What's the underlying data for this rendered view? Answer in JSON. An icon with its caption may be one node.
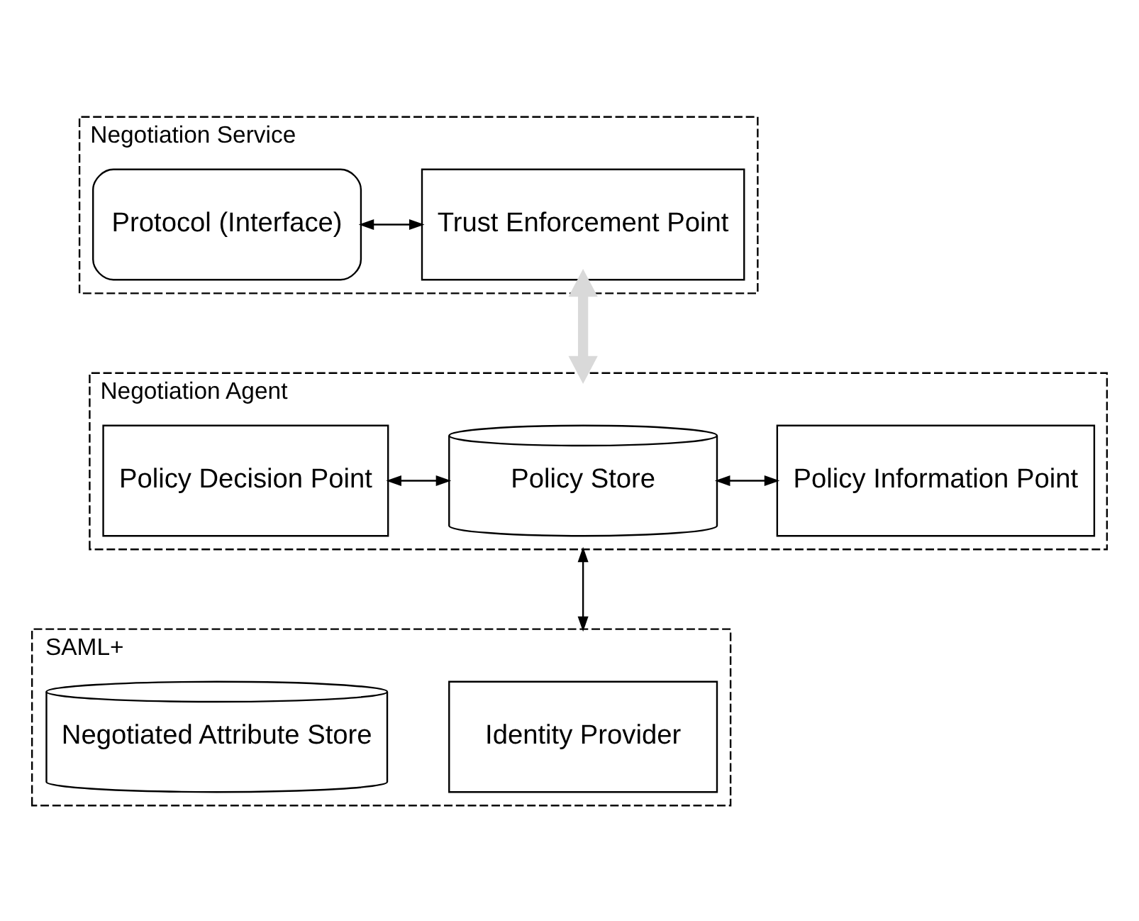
{
  "diagram": {
    "nodes": [
      {
        "text": [
          "Negotiation Service"
        ]
      },
      {
        "text": [
          "Protocol (Interface)"
        ],
        "in": 0
      },
      {
        "text": [
          "Trust Enforcement Point"
        ],
        "in": 0
      },
      {
        "text": [
          "Negotiation Agent"
        ]
      },
      {
        "text": [
          "Policy Decision Point"
        ],
        "in": 3
      },
      {
        "text": [
          "Policy Store"
        ],
        "in": 3
      },
      {
        "text": [
          "Policy Information Point"
        ],
        "in": 3
      },
      {
        "text": [
          "SAML+"
        ]
      },
      {
        "text": [
          "Identity Provider"
        ],
        "in": 7
      },
      {
        "text": [
          "Negotiated Attribute Store"
        ],
        "in": 7
      }
    ],
    "edges": [
      {
        "from": 1,
        "to": 2,
        "arrow": "both"
      },
      {
        "from": 2,
        "to": 3,
        "arrow": "both",
        "style": "thick",
        "color": "#d9d9d9"
      },
      {
        "from": 4,
        "to": 5,
        "arrow": "both"
      },
      {
        "from": 5,
        "to": 6,
        "arrow": "both"
      },
      {
        "from": 3,
        "to": 7,
        "arrow": "both"
      }
    ]
  }
}
